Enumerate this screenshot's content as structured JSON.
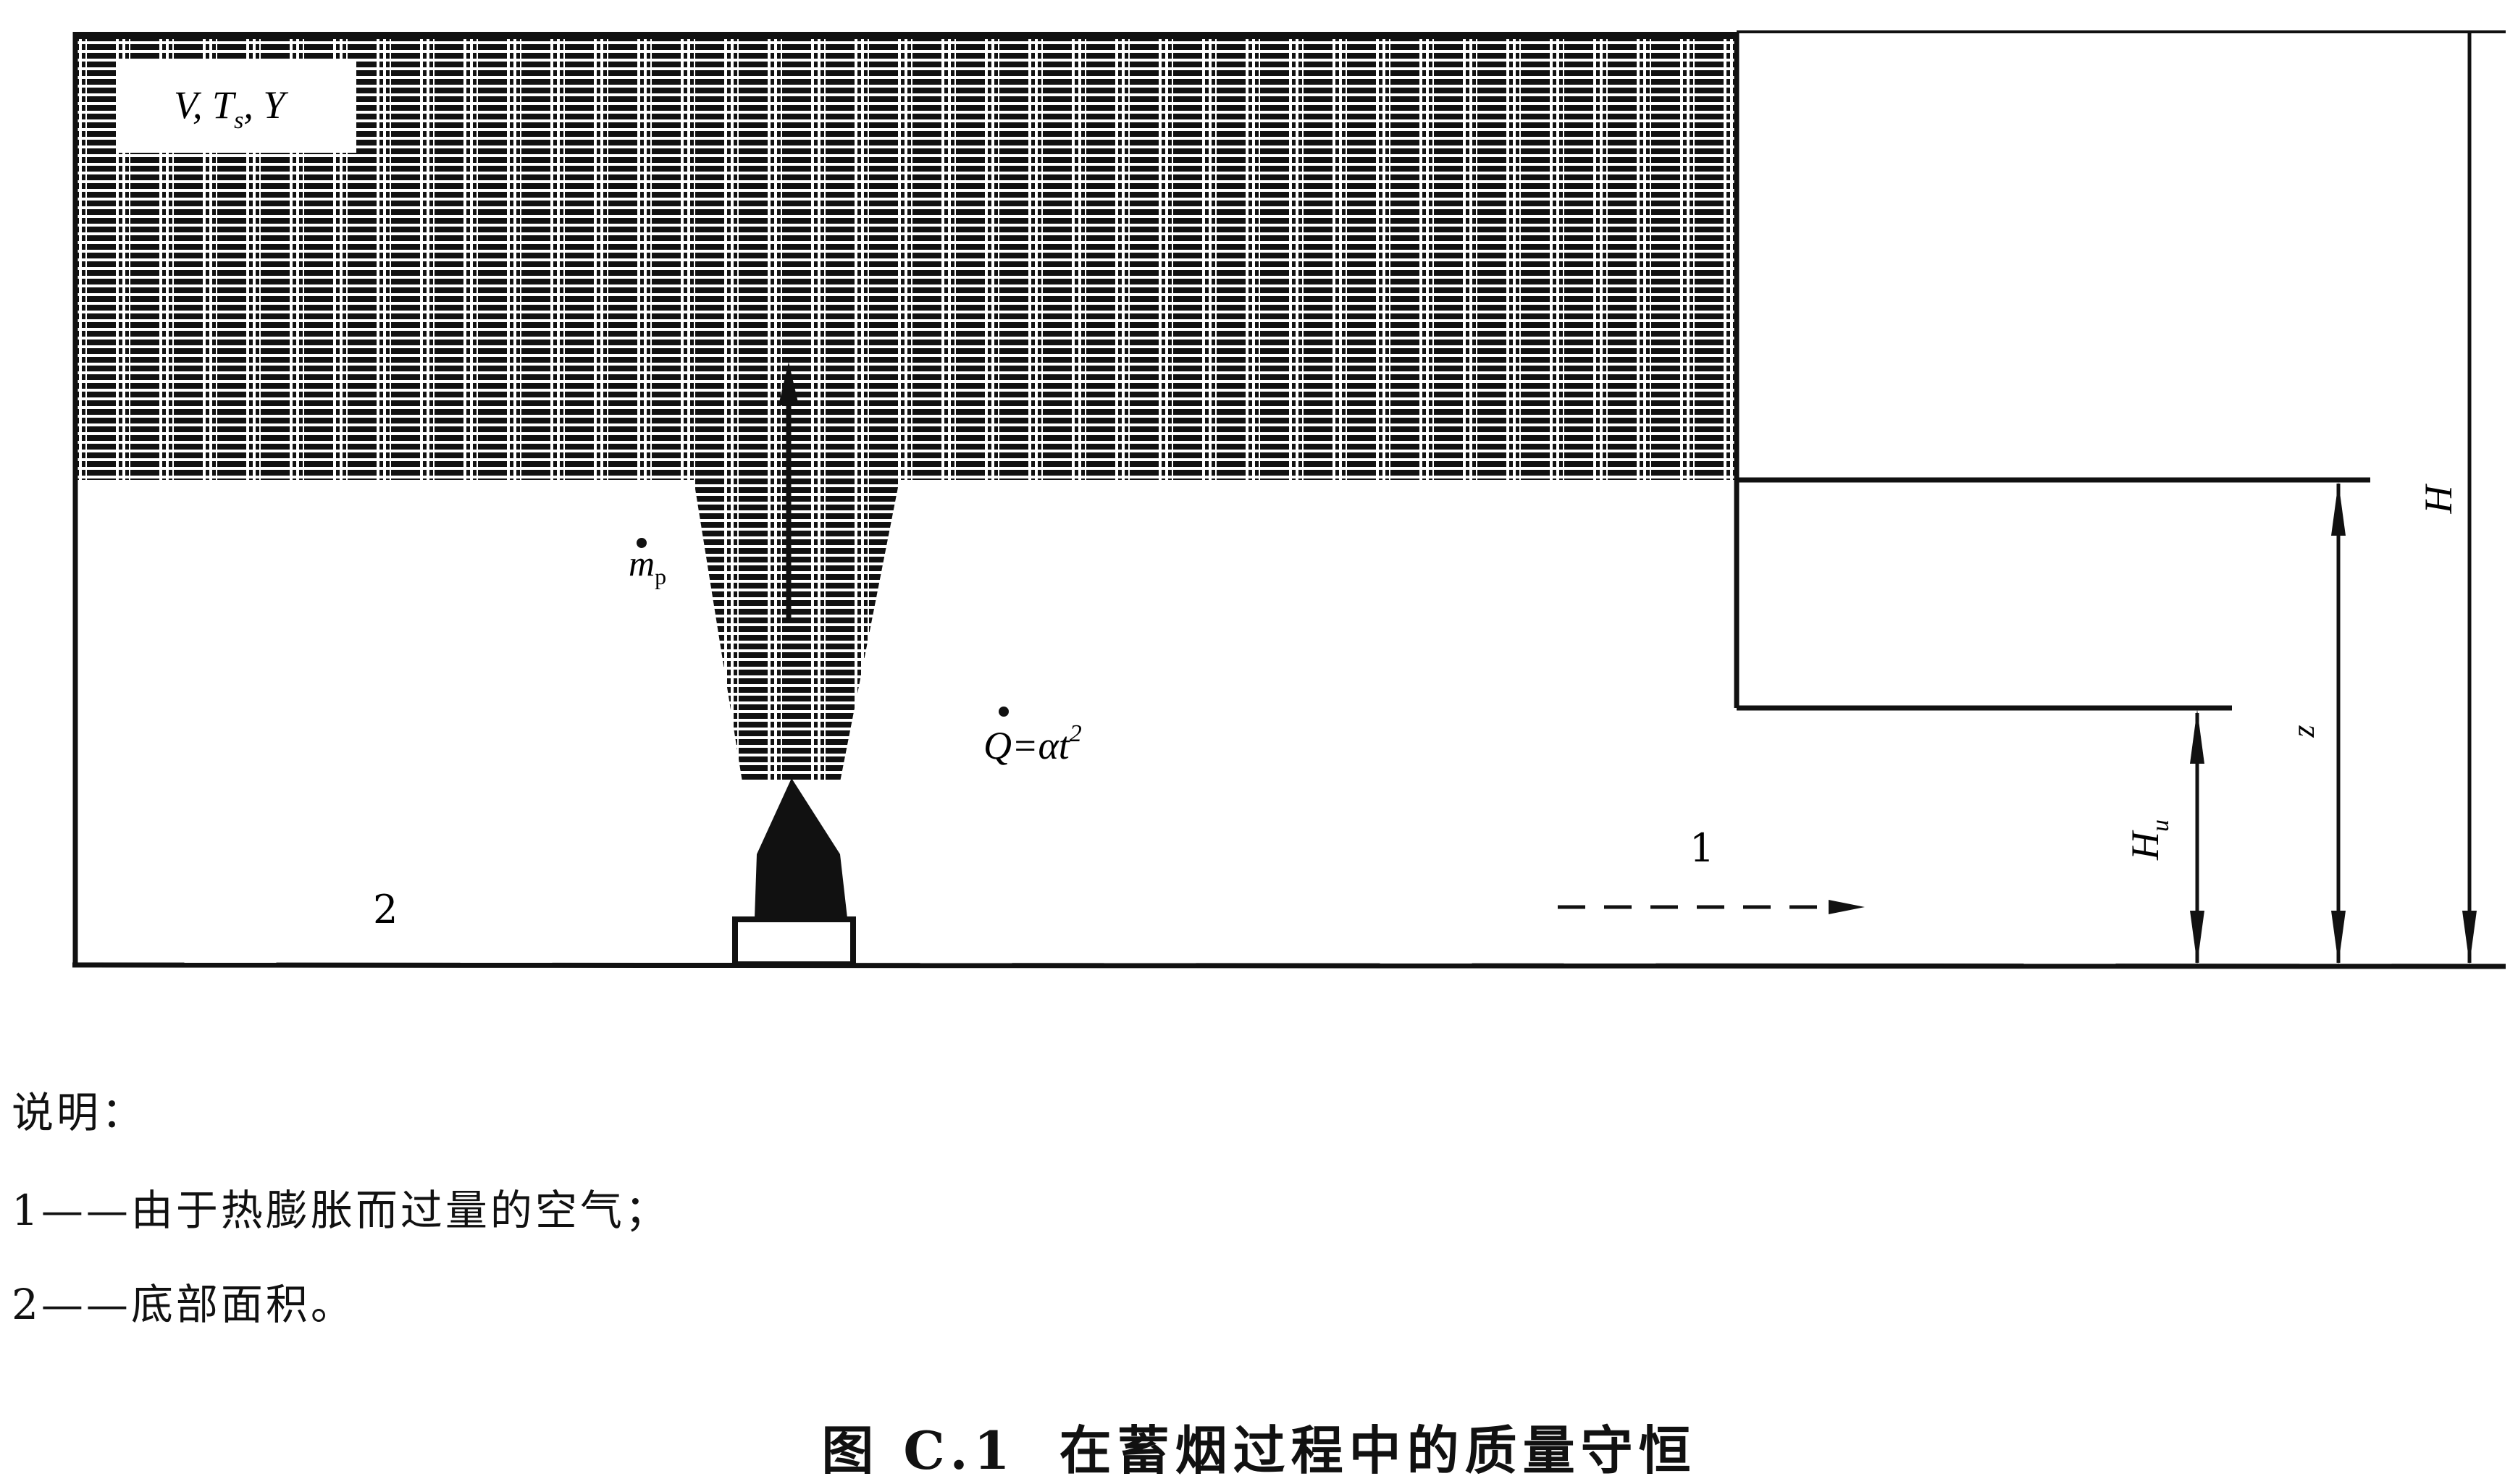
{
  "figure": {
    "label_box": {
      "v": "V",
      "sep1": ", ",
      "t": "T",
      "t_sub": "s",
      "sep2": ", ",
      "y": "Y"
    },
    "mass_flow": {
      "m": "m",
      "sub": "p"
    },
    "heat_release": {
      "q": "Q",
      "eq": "=αt",
      "sup": "2"
    },
    "marker_1": "1",
    "marker_2": "2",
    "dim_H": "H",
    "dim_z": "z",
    "dim_Hu": {
      "h": "H",
      "sub": "u"
    },
    "colors": {
      "ink": "#111111",
      "paper": "#ffffff"
    }
  },
  "legend": {
    "title": "说明：",
    "items": [
      "1——由于热膨胀而过量的空气；",
      "2——底部面积。"
    ]
  },
  "caption": {
    "number": "图 C.1",
    "title": "在蓄烟过程中的质量守恒"
  }
}
